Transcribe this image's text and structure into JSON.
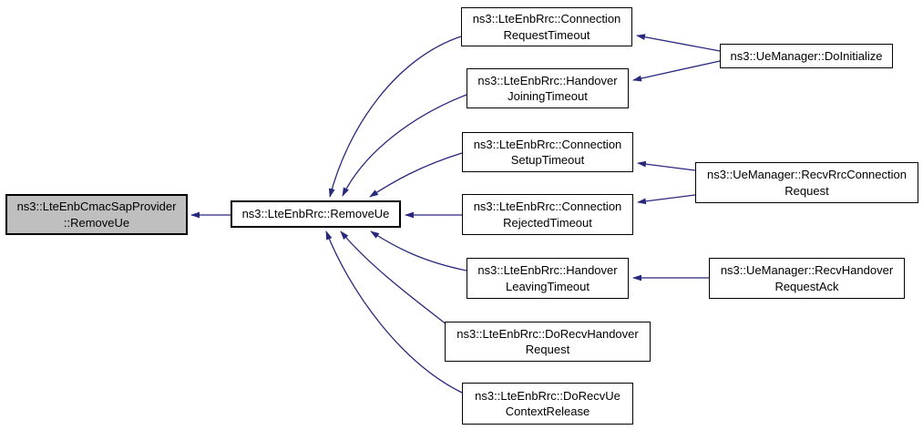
{
  "diagram": {
    "type": "call-graph",
    "description": "Doxygen caller graph for ns3::LteEnbRrc::RemoveUe"
  },
  "colors": {
    "edge": "#28287d",
    "node_border": "#000000",
    "node_fill": "#ffffff",
    "highlight_fill": "#bfbfbf",
    "background": "#ffffff",
    "text": "#000000"
  },
  "nodes": [
    {
      "id": "cmac-remove-ue",
      "label": "ns3::LteEnbCmacSapProvider\n::RemoveUe",
      "highlighted": true
    },
    {
      "id": "rrc-remove-ue",
      "label": "ns3::LteEnbRrc::RemoveUe",
      "highlighted": false
    },
    {
      "id": "connection-request-timeout",
      "label": "ns3::LteEnbRrc::Connection\nRequestTimeout",
      "highlighted": false
    },
    {
      "id": "handover-joining-timeout",
      "label": "ns3::LteEnbRrc::Handover\nJoiningTimeout",
      "highlighted": false
    },
    {
      "id": "connection-setup-timeout",
      "label": "ns3::LteEnbRrc::Connection\nSetupTimeout",
      "highlighted": false
    },
    {
      "id": "connection-rejected-timeout",
      "label": "ns3::LteEnbRrc::Connection\nRejectedTimeout",
      "highlighted": false
    },
    {
      "id": "handover-leaving-timeout",
      "label": "ns3::LteEnbRrc::Handover\nLeavingTimeout",
      "highlighted": false
    },
    {
      "id": "do-recv-handover-request",
      "label": "ns3::LteEnbRrc::DoRecvHandover\nRequest",
      "highlighted": false
    },
    {
      "id": "do-recv-ue-context-release",
      "label": "ns3::LteEnbRrc::DoRecvUe\nContextRelease",
      "highlighted": false
    },
    {
      "id": "ue-manager-do-initialize",
      "label": "ns3::UeManager::DoInitialize",
      "highlighted": false
    },
    {
      "id": "recv-rrc-connection-request",
      "label": "ns3::UeManager::RecvRrcConnection\nRequest",
      "highlighted": false
    },
    {
      "id": "recv-handover-request-ack",
      "label": "ns3::UeManager::RecvHandover\nRequestAck",
      "highlighted": false
    }
  ],
  "edges": [
    {
      "from": "ns3::LteEnbRrc::RemoveUe",
      "to": "ns3::LteEnbCmacSapProvider::RemoveUe"
    },
    {
      "from": "ns3::LteEnbRrc::ConnectionRequestTimeout",
      "to": "ns3::LteEnbRrc::RemoveUe"
    },
    {
      "from": "ns3::LteEnbRrc::HandoverJoiningTimeout",
      "to": "ns3::LteEnbRrc::RemoveUe"
    },
    {
      "from": "ns3::LteEnbRrc::ConnectionSetupTimeout",
      "to": "ns3::LteEnbRrc::RemoveUe"
    },
    {
      "from": "ns3::LteEnbRrc::ConnectionRejectedTimeout",
      "to": "ns3::LteEnbRrc::RemoveUe"
    },
    {
      "from": "ns3::LteEnbRrc::HandoverLeavingTimeout",
      "to": "ns3::LteEnbRrc::RemoveUe"
    },
    {
      "from": "ns3::LteEnbRrc::DoRecvHandoverRequest",
      "to": "ns3::LteEnbRrc::RemoveUe"
    },
    {
      "from": "ns3::LteEnbRrc::DoRecvUeContextRelease",
      "to": "ns3::LteEnbRrc::RemoveUe"
    },
    {
      "from": "ns3::UeManager::DoInitialize",
      "to": "ns3::LteEnbRrc::ConnectionRequestTimeout"
    },
    {
      "from": "ns3::UeManager::DoInitialize",
      "to": "ns3::LteEnbRrc::HandoverJoiningTimeout"
    },
    {
      "from": "ns3::UeManager::RecvRrcConnectionRequest",
      "to": "ns3::LteEnbRrc::ConnectionSetupTimeout"
    },
    {
      "from": "ns3::UeManager::RecvRrcConnectionRequest",
      "to": "ns3::LteEnbRrc::ConnectionRejectedTimeout"
    },
    {
      "from": "ns3::UeManager::RecvHandoverRequestAck",
      "to": "ns3::LteEnbRrc::HandoverLeavingTimeout"
    }
  ]
}
